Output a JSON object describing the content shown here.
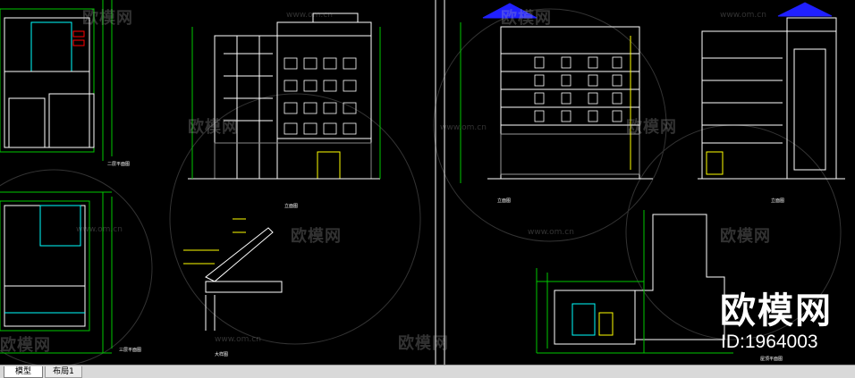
{
  "tabs": [
    {
      "label": "模型",
      "active": true
    },
    {
      "label": "布局1",
      "active": false
    }
  ],
  "watermark": {
    "text": "欧模网",
    "url": "www.om.cn"
  },
  "brand": {
    "name": "欧模网",
    "id": "ID:1964003"
  },
  "drawing_titles": {
    "plan_1": "二层平面图",
    "plan_2": "三层平面图",
    "elev_1": "立面图",
    "elev_2": "立面图",
    "elev_3": "立面图",
    "detail": "大样图",
    "roof": "屋顶平面图"
  },
  "colors": {
    "background": "#000000",
    "line_white": "#ffffff",
    "line_cyan": "#00ffff",
    "line_green": "#00c800",
    "line_yellow": "#ffff00",
    "line_red": "#ff0000",
    "roof_blue": "#2020ff"
  }
}
